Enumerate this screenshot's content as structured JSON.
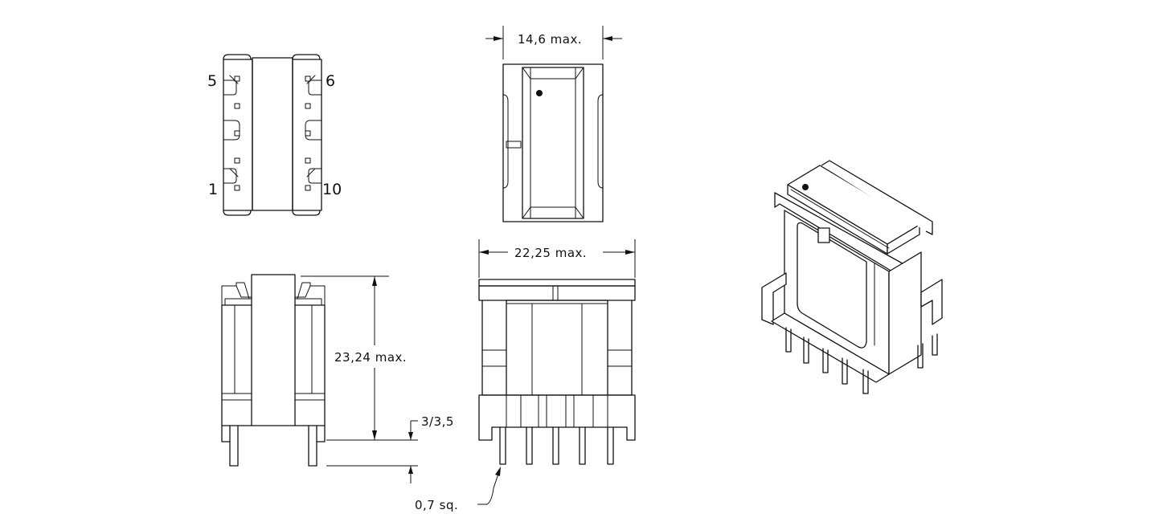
{
  "pins": {
    "top_left": "5",
    "top_right": "6",
    "bottom_left": "1",
    "bottom_right": "10"
  },
  "dimensions": {
    "width_top": "14,6 max.",
    "width_front": "22,25 max.",
    "height": "23,24 max.",
    "pin_length": "3/3,5",
    "pin_section": "0,7 sq."
  }
}
